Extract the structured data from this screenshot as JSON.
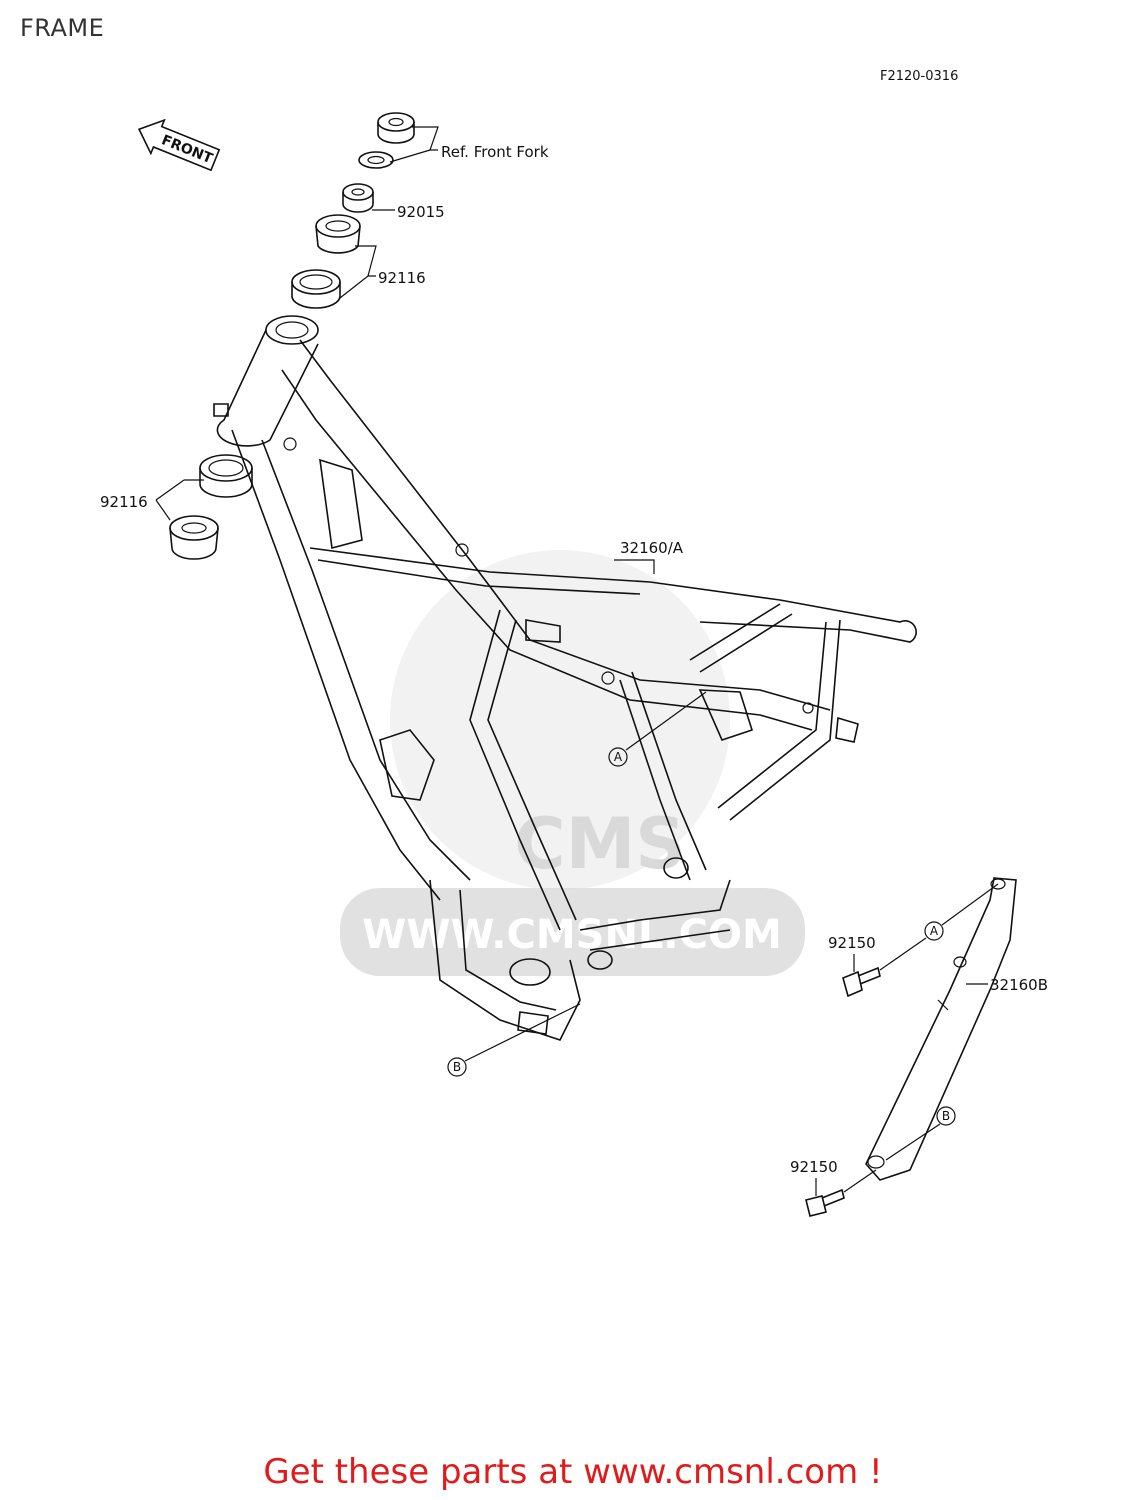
{
  "title": "FRAME",
  "diagram_code": "F2120-0316",
  "front_marker": "FRONT",
  "parts": {
    "ref_front_fork": "Ref. Front Fork",
    "p92015": "92015",
    "p92116_top": "92116",
    "p92116_left": "92116",
    "p32160a": "32160/A",
    "p92150_top": "92150",
    "p32160b": "32160B",
    "p92150_bottom": "92150"
  },
  "callouts": {
    "a_frame": "A",
    "b_frame": "B",
    "a_rail": "A",
    "b_rail": "B"
  },
  "watermark": {
    "text": "WWW.CMSNL.COM",
    "logo": "CMS"
  },
  "promo_text": "Get these parts at www.cmsnl.com !"
}
